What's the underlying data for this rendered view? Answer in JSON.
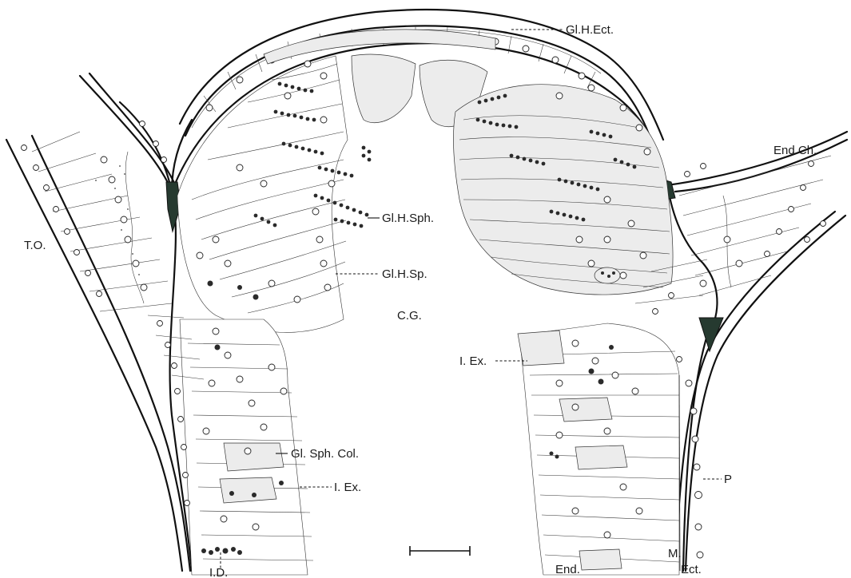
{
  "figure": {
    "labels": {
      "gl_h_ect": "Gl.H.Ect.",
      "end_ch": "End.Ch.",
      "t_o": "T.O.",
      "gl_h_sph": "Gl.H.Sph.",
      "gl_h_sp": "Gl.H.Sp.",
      "c_g": "C.G.",
      "i_ex_right": "I. Ex.",
      "gl_sph_col": "Gl. Sph. Col.",
      "i_ex_left": "I. Ex.",
      "p": "P",
      "i_d": "I.D.",
      "end": "End.",
      "m": "M.",
      "ect": "Ect."
    },
    "colors": {
      "ink": "#111111",
      "gland_fill": "#ececec",
      "mesoglea": "#263a30",
      "paper": "#ffffff"
    }
  }
}
